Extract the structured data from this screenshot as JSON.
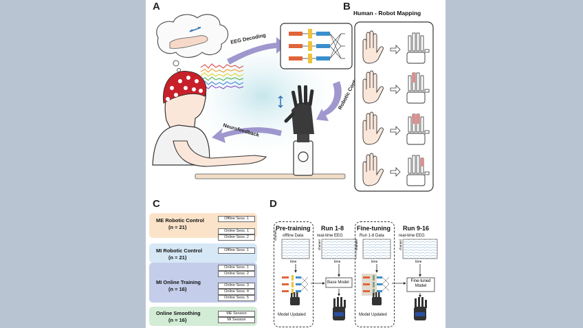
{
  "panels": {
    "a": {
      "letter": "A",
      "eeg_decoding": "EEG Decoding",
      "robotic_control": "Robotic Control",
      "neurofeedback": "Neurofeedback"
    },
    "b": {
      "letter": "B",
      "title": "Human - Robot Mapping"
    },
    "c": {
      "letter": "C",
      "groups": [
        {
          "title": "ME Robotic Control",
          "n": "(n = 21)",
          "sessions": [
            "Offline Sess. 1",
            "Online Sess. 1",
            "Online Sess. 2"
          ],
          "color": "#fbe3c9"
        },
        {
          "title": "MI Robotic Control",
          "n": "(n = 21)",
          "sessions": [
            "Offline Sess. 1"
          ],
          "color": "#d6e8f6"
        },
        {
          "title": "MI Online Training",
          "n": "(n = 16)",
          "sessions": [
            "Online Sess. 1",
            "Online Sess. 2",
            "Online Sess. 3",
            "Online Sess. 4",
            "Online Sess. 5"
          ],
          "color": "#c4cdea"
        },
        {
          "title": "Online Smoothing",
          "n": "(n = 16)",
          "sessions": [
            "ME Session",
            "MI Session"
          ],
          "color": "#d3ecd6"
        }
      ]
    },
    "d": {
      "letter": "D",
      "columns": [
        {
          "header": "Pre-training",
          "sub": "offline Data"
        },
        {
          "header": "Run 1-8",
          "sub": "real-time EEG"
        },
        {
          "header": "Fine-tuning",
          "sub": "Run 1-8 Data"
        },
        {
          "header": "Run 9-16",
          "sub": "real-time EEG"
        }
      ],
      "channel_label": "channel",
      "time_label": "time",
      "base_model": "Base Model",
      "finetuned_model": "Fine-tuned Model",
      "model_updated": "Model Updated"
    }
  },
  "colors": {
    "arrow": "#8e85c4",
    "brain_cap": "#c8202a",
    "robot": "#3a3a3a",
    "panel_b_frame": "#333333"
  }
}
